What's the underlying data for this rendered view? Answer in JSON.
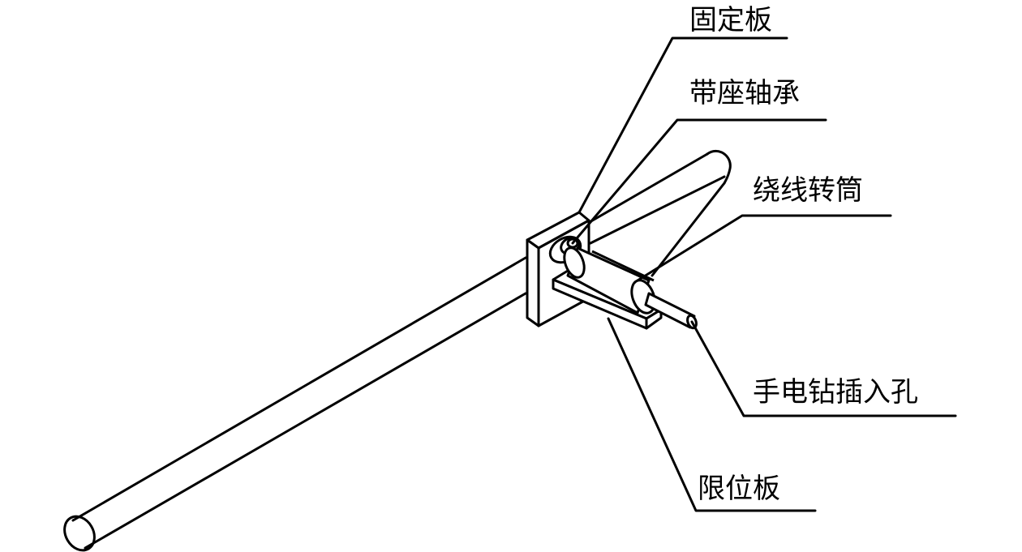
{
  "diagram": {
    "colors": {
      "stroke": "#000000",
      "background": "#ffffff"
    },
    "labels": {
      "fixed_plate": "固定板",
      "pillow_block_bearing": "带座轴承",
      "winding_drum": "绕线转筒",
      "drill_insert_hole": "手电钻插入孔",
      "limit_plate": "限位板"
    }
  }
}
